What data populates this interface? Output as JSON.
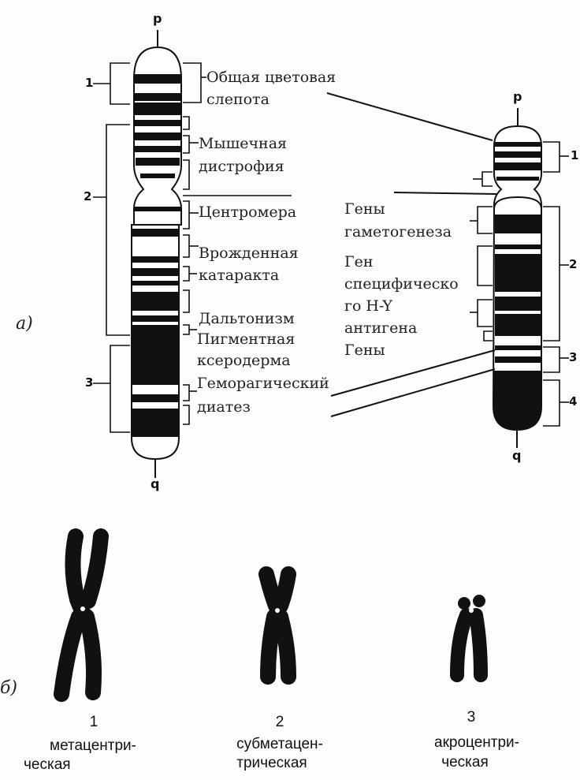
{
  "panel_a": {
    "letter": "а)",
    "left_chromosome": {
      "p_label": "p",
      "q_label": "q",
      "regions": [
        "1",
        "2",
        "3"
      ],
      "labels": [
        "Общая цветовая",
        "слепота",
        "Мышечная",
        "дистрофия",
        "Центромера",
        "Врожденная",
        "катаракта",
        "Дальтонизм",
        "Пигментная",
        "ксеродерма",
        "Геморагический",
        "диатез"
      ]
    },
    "right_chromosome": {
      "p_label": "p",
      "q_label": "q",
      "regions": [
        "1",
        "2",
        "3",
        "4"
      ],
      "labels": [
        "Гены",
        "гаметогенеза",
        "Ген",
        "специфическо",
        "го H-Y",
        "антигена",
        "Гены"
      ]
    }
  },
  "panel_b": {
    "letter": "б)",
    "chromosomes": [
      {
        "number": "1",
        "type_line1": "метацентри-",
        "type_line2": "ческая"
      },
      {
        "number": "2",
        "type_line1": "субметацен-",
        "type_line2": "трическая"
      },
      {
        "number": "3",
        "type_line1": "акроцентри-",
        "type_line2": "ческая"
      }
    ]
  }
}
